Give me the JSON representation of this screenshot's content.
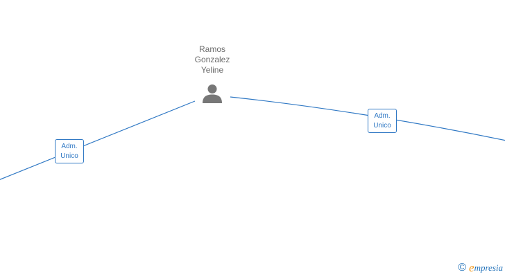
{
  "person": {
    "name_lines": [
      "Ramos",
      "Gonzalez",
      "Yeline"
    ],
    "icon": "person-icon"
  },
  "relations": [
    {
      "role_line1": "Adm.",
      "role_line2": "Unico"
    },
    {
      "role_line1": "Adm.",
      "role_line2": "Unico"
    }
  ],
  "brand": {
    "copyright_symbol": "©",
    "logo_initial": "e",
    "logo_rest": "mpresia"
  },
  "colors": {
    "edge": "#2f78c4",
    "name_text": "#6b6b6b",
    "icon": "#777777",
    "brand_blue": "#1e6fb8",
    "brand_orange": "#f39a1e"
  }
}
